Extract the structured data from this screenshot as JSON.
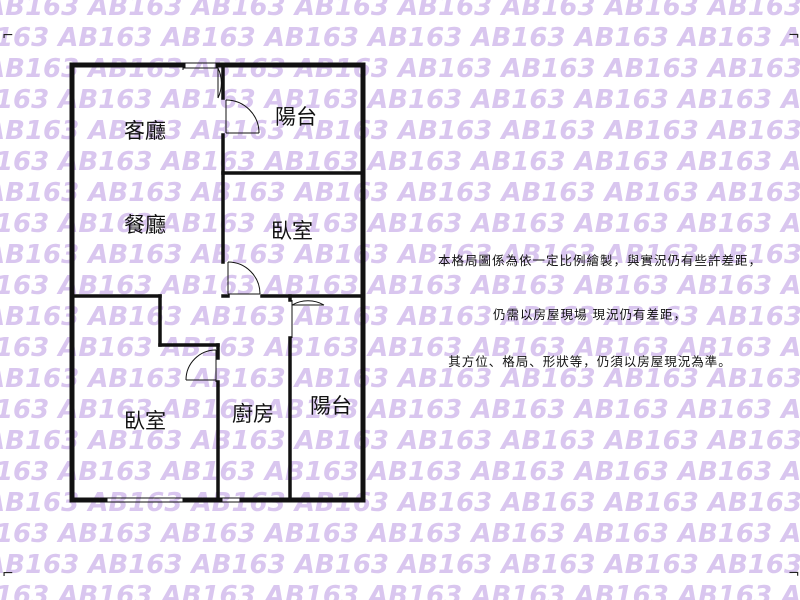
{
  "watermark": {
    "text": "AB163"
  },
  "floorplan": {
    "rooms": {
      "living_room": "客廳",
      "dining_room": "餐廳",
      "balcony_top": "陽台",
      "bedroom_center": "臥室",
      "bedroom_left": "臥室",
      "kitchen": "廚房",
      "balcony_right": "陽台"
    }
  },
  "disclaimer": {
    "line1": "本格局圖係為依一定比例繪製，與實況仍有些許差距，",
    "line2": "仍需以房屋現場 現況仍有差距，",
    "line3": "其方位、格局、形狀等，仍須以房屋現況為準。"
  },
  "colors": {
    "watermark": "#d9c6ef",
    "wall": "#111111",
    "background": "#ffffff"
  }
}
